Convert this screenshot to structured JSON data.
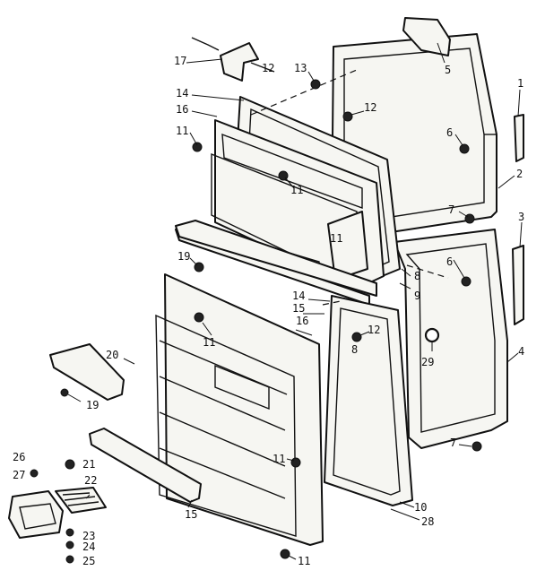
{
  "callouts": [
    {
      "id": "c1",
      "text": "1"
    },
    {
      "id": "c2",
      "text": "2"
    },
    {
      "id": "c3",
      "text": "3"
    },
    {
      "id": "c4",
      "text": "4"
    },
    {
      "id": "c5",
      "text": "5"
    },
    {
      "id": "c6a",
      "text": "6"
    },
    {
      "id": "c6b",
      "text": "6"
    },
    {
      "id": "c7a",
      "text": "7"
    },
    {
      "id": "c7b",
      "text": "7"
    },
    {
      "id": "c8a",
      "text": "8"
    },
    {
      "id": "c8b",
      "text": "8"
    },
    {
      "id": "c9",
      "text": "9"
    },
    {
      "id": "c10",
      "text": "10"
    },
    {
      "id": "c11a",
      "text": "11"
    },
    {
      "id": "c11b",
      "text": "11"
    },
    {
      "id": "c11c",
      "text": "11"
    },
    {
      "id": "c11d",
      "text": "11"
    },
    {
      "id": "c11e",
      "text": "11"
    },
    {
      "id": "c11f",
      "text": "11"
    },
    {
      "id": "c12a",
      "text": "12"
    },
    {
      "id": "c12b",
      "text": "12"
    },
    {
      "id": "c12c",
      "text": "12"
    },
    {
      "id": "c13",
      "text": "13"
    },
    {
      "id": "c14a",
      "text": "14"
    },
    {
      "id": "c14b",
      "text": "14"
    },
    {
      "id": "c15a",
      "text": "15"
    },
    {
      "id": "c15b",
      "text": "15"
    },
    {
      "id": "c16a",
      "text": "16"
    },
    {
      "id": "c16b",
      "text": "16"
    },
    {
      "id": "c17",
      "text": "17"
    },
    {
      "id": "c19a",
      "text": "19"
    },
    {
      "id": "c19b",
      "text": "19"
    },
    {
      "id": "c20",
      "text": "20"
    },
    {
      "id": "c21",
      "text": "21"
    },
    {
      "id": "c22",
      "text": "22"
    },
    {
      "id": "c23",
      "text": "23"
    },
    {
      "id": "c24",
      "text": "24"
    },
    {
      "id": "c25",
      "text": "25"
    },
    {
      "id": "c26",
      "text": "26"
    },
    {
      "id": "c27",
      "text": "27"
    },
    {
      "id": "c28",
      "text": "28"
    },
    {
      "id": "c29",
      "text": "29"
    }
  ]
}
